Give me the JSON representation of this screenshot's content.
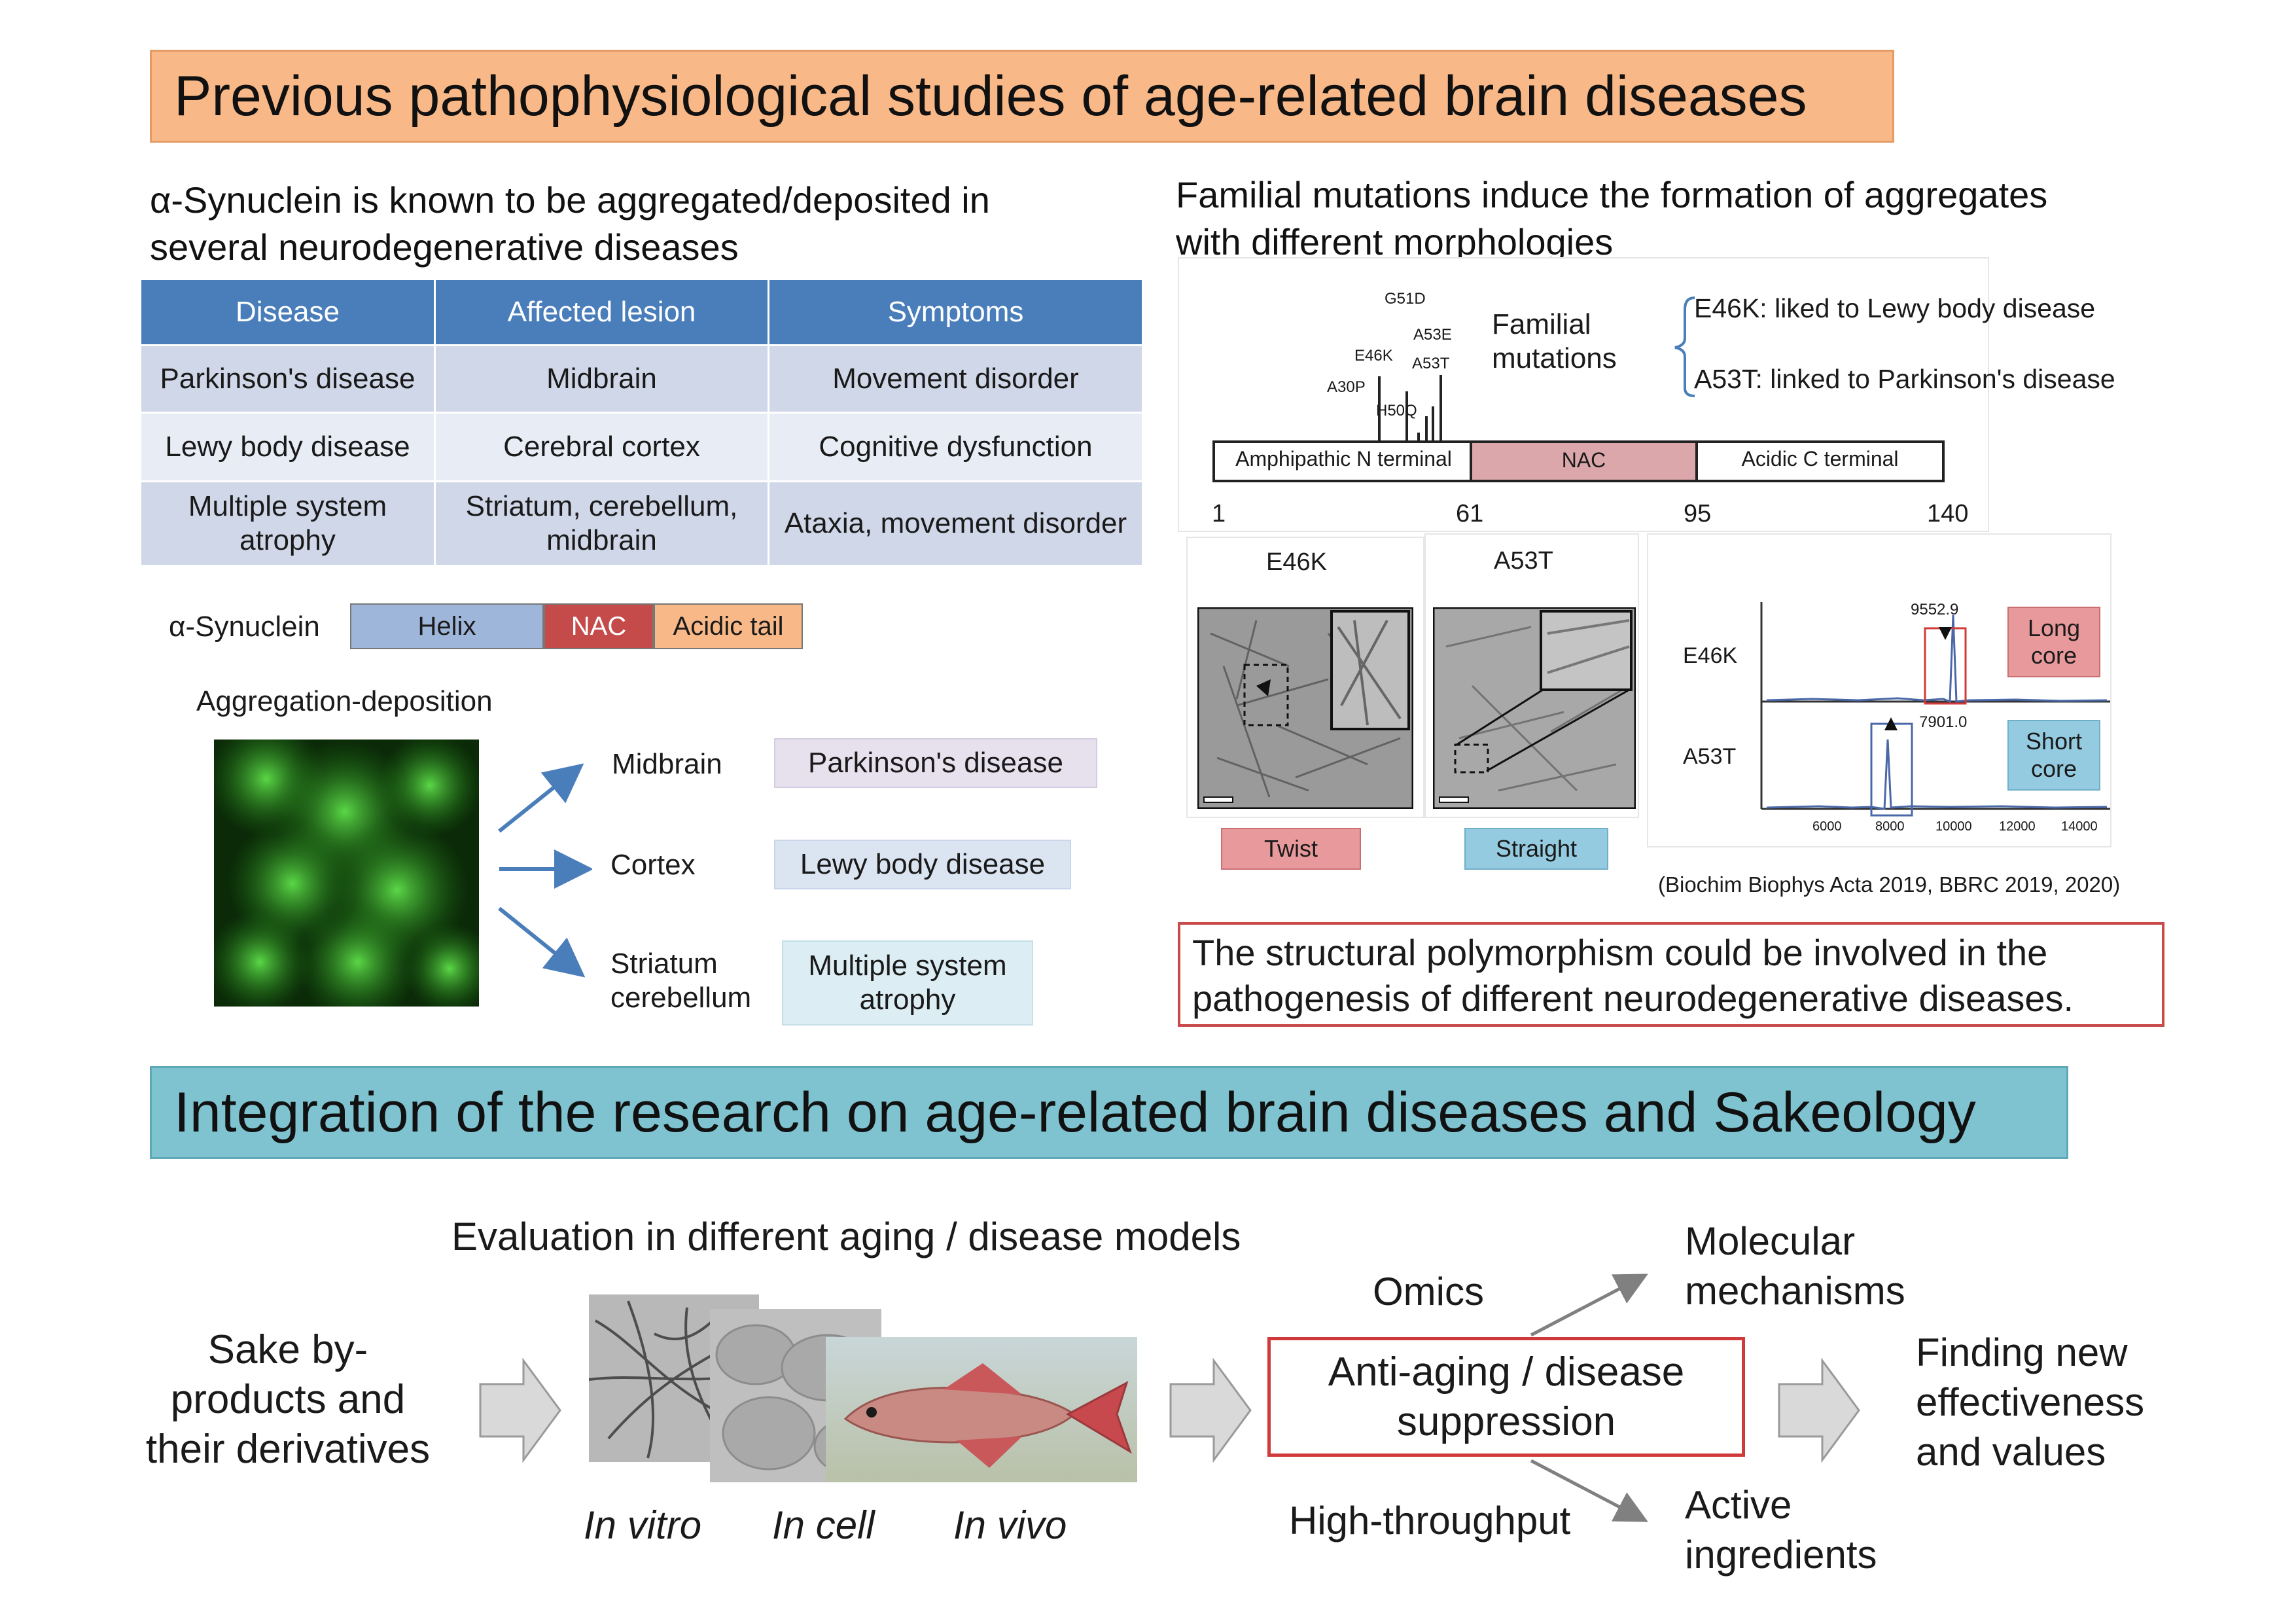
{
  "banner1": "Previous pathophysiological studies of age-related brain diseases",
  "banner2": "Integration of the research on age-related brain diseases and Sakeology",
  "left_heading": [
    "α-Synuclein is known to be aggregated/deposited in",
    "several neurodegenerative diseases"
  ],
  "table": {
    "headers": [
      "Disease",
      "Affected lesion",
      "Symptoms"
    ],
    "rows": [
      {
        "disease": "Parkinson's disease",
        "lesion": "Midbrain",
        "symptom": "Movement disorder"
      },
      {
        "disease": "Lewy body disease",
        "lesion": "Cerebral cortex",
        "symptom": "Cognitive dysfunction"
      },
      {
        "disease_l1": "Multiple system",
        "disease_l2": "atrophy",
        "lesion_l1": "Striatum, cerebellum,",
        "lesion_l2": "midbrain",
        "symptom": "Ataxia, movement disorder"
      }
    ]
  },
  "domain_bar": {
    "label": "α-Synuclein",
    "helix": "Helix",
    "nac": "NAC",
    "acidic": "Acidic tail"
  },
  "aggregation": {
    "title": "Aggregation-deposition",
    "targets": [
      {
        "region": "Midbrain",
        "disease": "Parkinson's disease"
      },
      {
        "region": "Cortex",
        "disease": "Lewy body disease"
      },
      {
        "region_l1": "Striatum",
        "region_l2": "cerebellum",
        "disease_l1": "Multiple system",
        "disease_l2": "atrophy"
      }
    ]
  },
  "right_heading": [
    "Familial mutations induce the formation of aggregates",
    "with different morphologies"
  ],
  "mutation_map": {
    "mutations": [
      "G51D",
      "A53E",
      "E46K",
      "A53T",
      "A30P",
      "H50Q"
    ],
    "familial_label": [
      "Familial",
      "mutations"
    ],
    "notes": [
      "E46K: liked to Lewy body disease",
      "A53T: linked to Parkinson's disease"
    ],
    "segments": [
      "Amphipathic N terminal",
      "NAC",
      "Acidic C terminal"
    ],
    "positions": [
      "1",
      "61",
      "95",
      "140"
    ]
  },
  "em_panels": {
    "labels": [
      "E46K",
      "A53T"
    ],
    "tags": [
      "Twist",
      "Straight"
    ]
  },
  "mass_spec": {
    "rows": [
      "E46K",
      "A53T"
    ],
    "peaks": [
      "9552.9",
      "7901.0"
    ],
    "x_ticks": [
      "6000",
      "8000",
      "10000",
      "12000",
      "14000"
    ],
    "tags": [
      {
        "l1": "Long",
        "l2": "core"
      },
      {
        "l1": "Short",
        "l2": "core"
      }
    ]
  },
  "citation": "(Biochim Biophys Acta 2019, BBRC 2019, 2020)",
  "conclusion": [
    "The structural polymorphism could be involved in the",
    "pathogenesis of different neurodegenerative diseases."
  ],
  "workflow": {
    "eval_title": "Evaluation in different aging / disease models",
    "input": [
      "Sake by-",
      "products and",
      "their derivatives"
    ],
    "models": [
      "In vitro",
      "In cell",
      "In vivo"
    ],
    "omics": "Omics",
    "high_throughput": "High-throughput",
    "center": [
      "Anti-aging / disease",
      "suppression"
    ],
    "outcome_top": [
      "Molecular",
      "mechanisms"
    ],
    "outcome_bottom": [
      "Active",
      "ingredients"
    ],
    "final": [
      "Finding new",
      "effectiveness",
      "and values"
    ]
  },
  "colors": {
    "banner_orange": "#f8b887",
    "banner_blue": "#7fc3d1",
    "table_header": "#4a7ebb",
    "accent_red": "#d03a3a"
  }
}
